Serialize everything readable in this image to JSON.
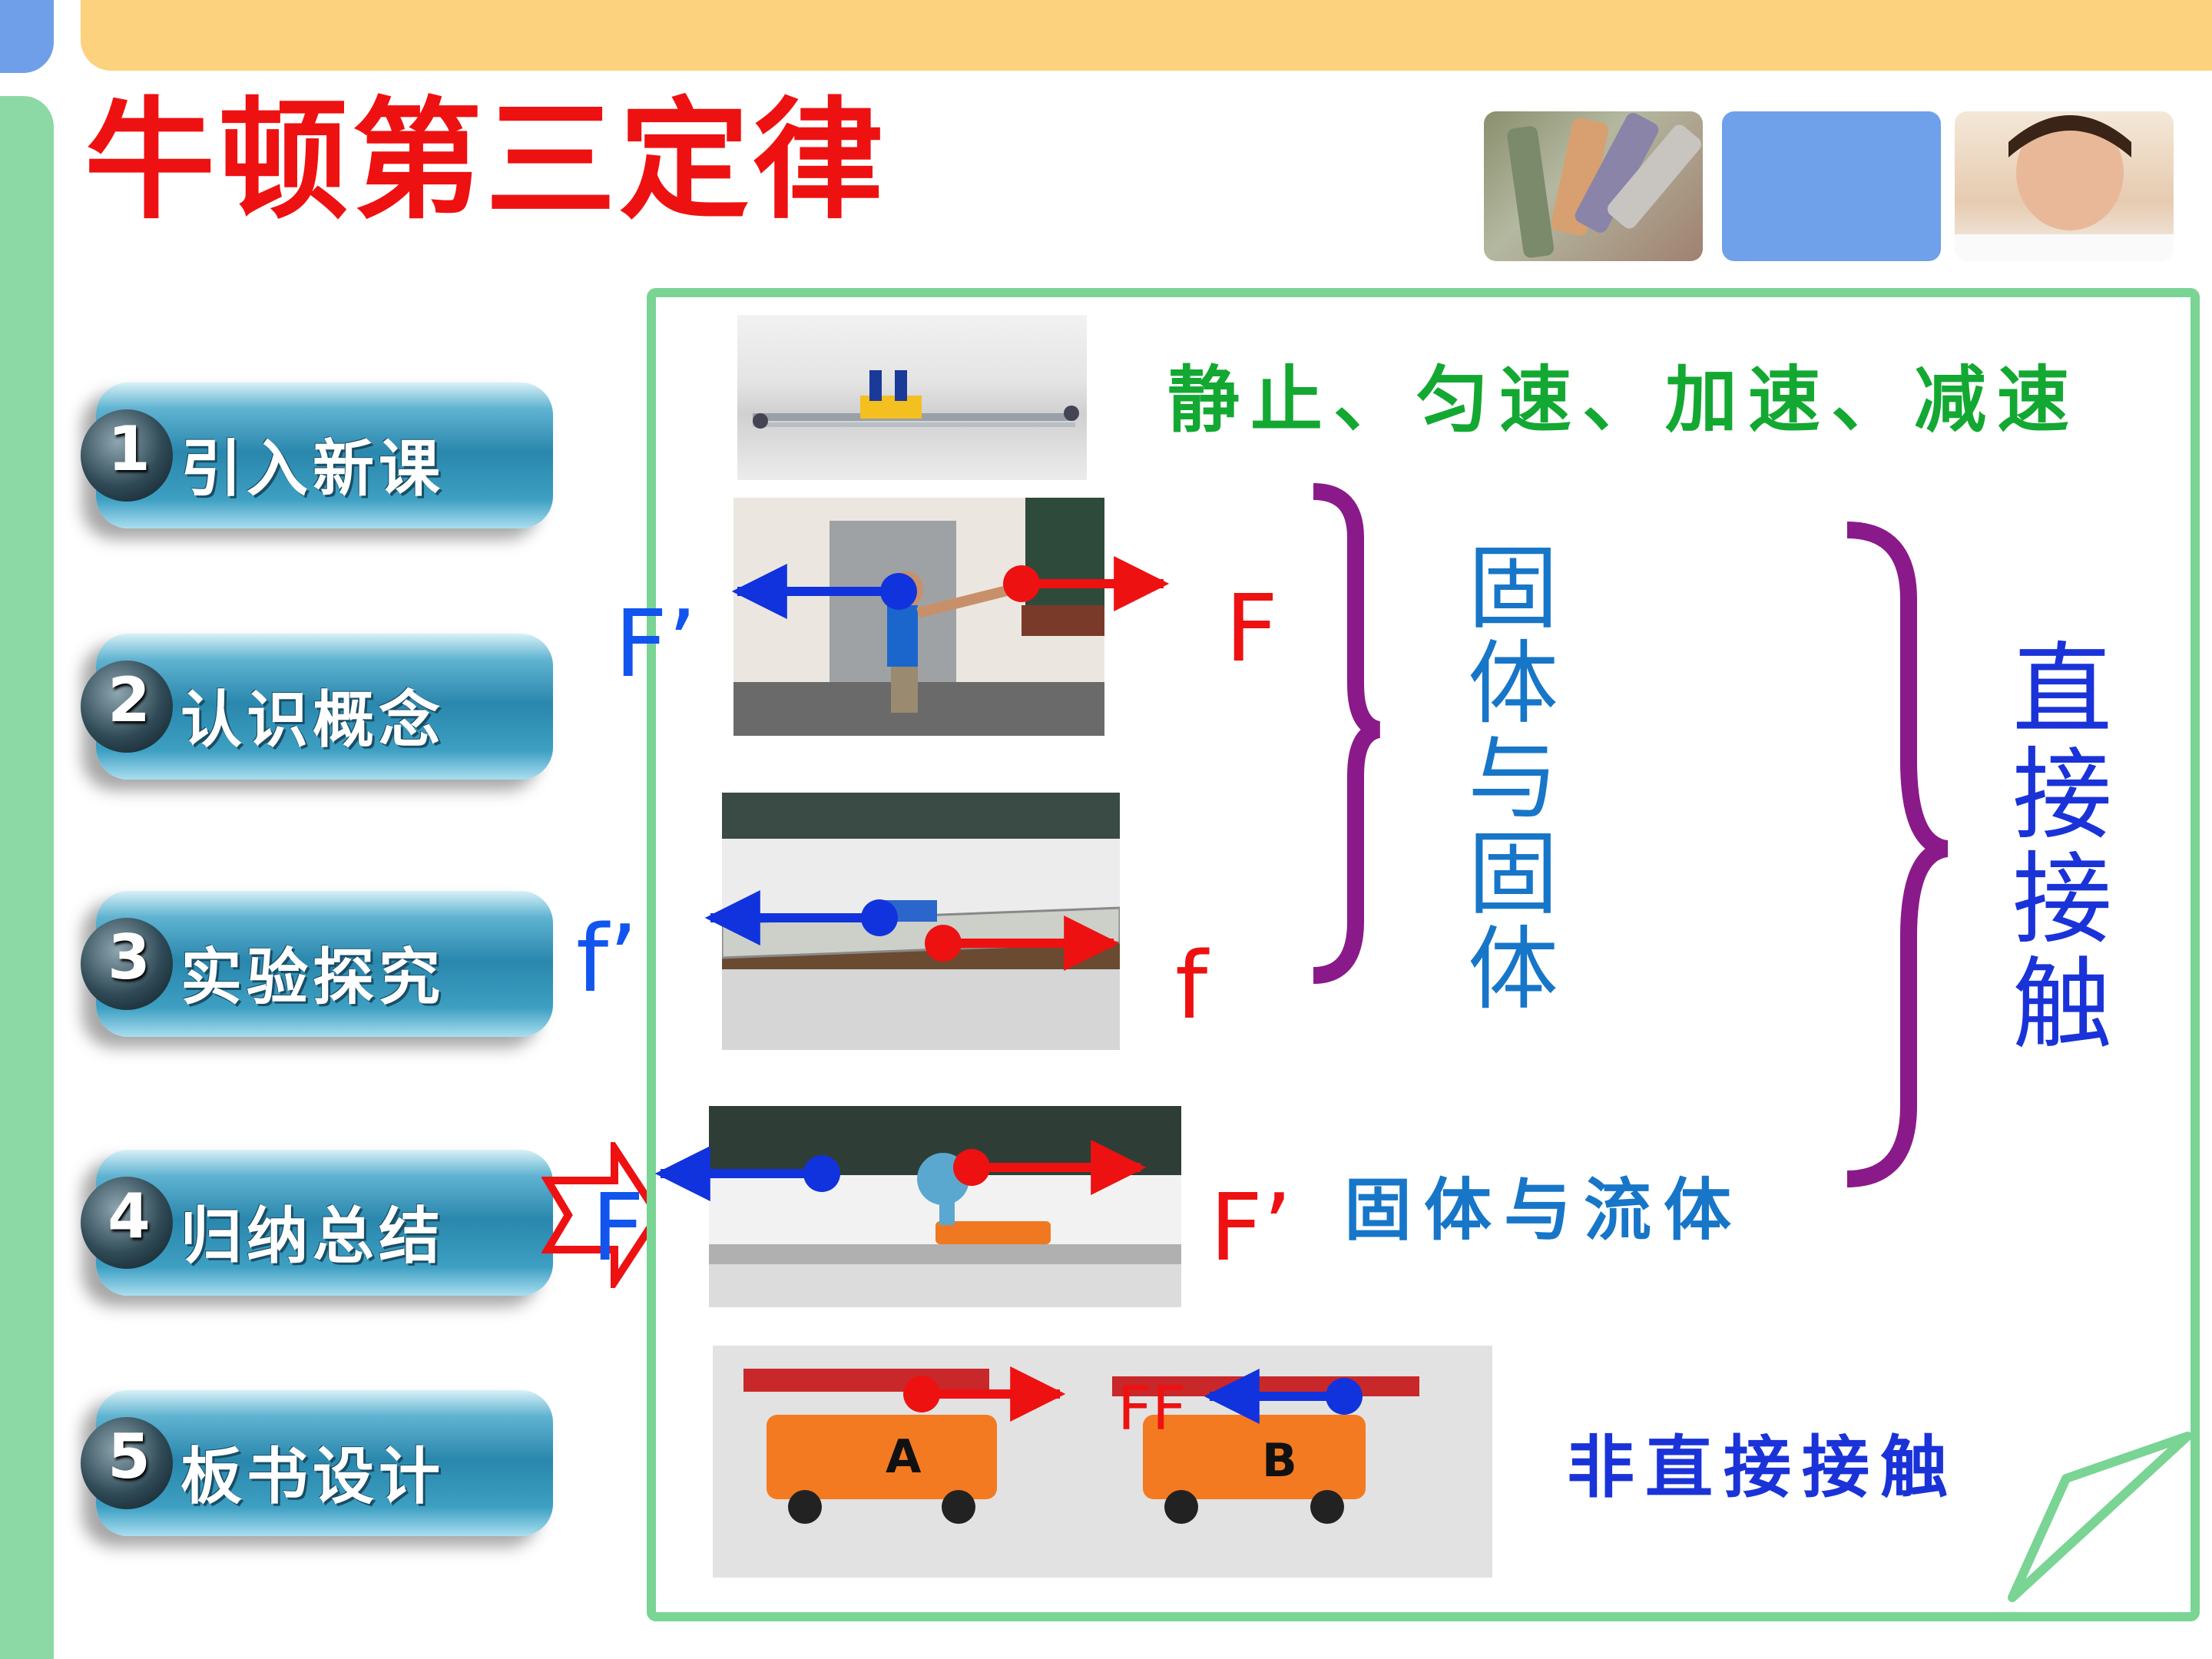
{
  "title": "牛顿第三定律",
  "menu": [
    {
      "num": "1",
      "label": "引入新课"
    },
    {
      "num": "2",
      "label": "认识概念"
    },
    {
      "num": "3",
      "label": "实验探究"
    },
    {
      "num": "4",
      "label": "归纳总结"
    },
    {
      "num": "5",
      "label": "板书设计"
    }
  ],
  "motion_states": "静止、匀速、加速、减速",
  "solid_solid": "固体与固体",
  "direct_contact": "直接接触",
  "solid_fluid": "固体与流体",
  "indirect_contact": "非直接接触",
  "force_labels": {
    "push_left": "F’",
    "push_right": "F",
    "friction_left": "f’",
    "friction_right": "f",
    "fan_left": "F",
    "fan_right": "F’",
    "magnet": "FF"
  },
  "car_labels": {
    "a": "A",
    "b": "B"
  },
  "colors": {
    "title": "#ee1111",
    "force_blue": "#1155ee",
    "force_red": "#ee1111",
    "bracket": "#8a1a8a",
    "frame": "#7ad494"
  }
}
